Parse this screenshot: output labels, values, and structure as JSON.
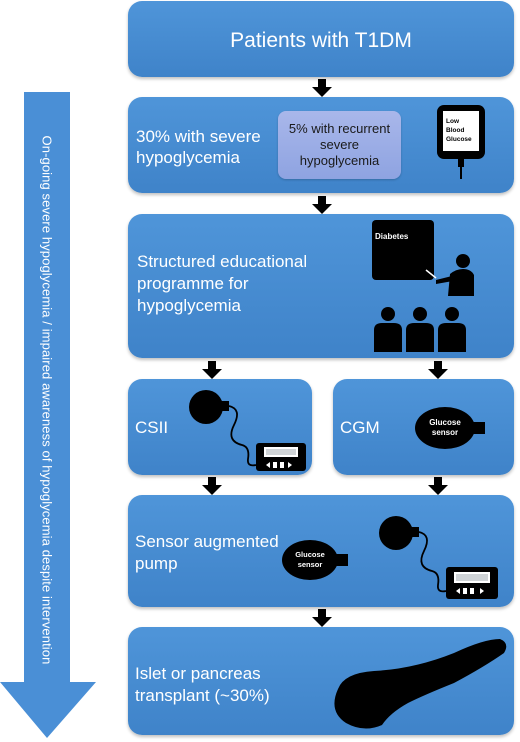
{
  "side_arrow": {
    "label": "On-going severe hypoglycemia / impaired awareness of hypoglycemia despite intervention"
  },
  "boxes": {
    "patients": {
      "label": "Patients with T1DM"
    },
    "severe": {
      "label_line1": "30% with severe",
      "label_line2": "hypoglycemia",
      "sub_line1": "5% with recurrent",
      "sub_line2": "severe",
      "sub_line3": "hypoglycemia",
      "meter_line1": "Low",
      "meter_line2": "Blood",
      "meter_line3": "Glucose"
    },
    "education": {
      "label_line1": "Structured educational",
      "label_line2": "programme for",
      "label_line3": "hypoglycemia",
      "board_text": "Diabetes"
    },
    "csii": {
      "label": "CSII"
    },
    "cgm": {
      "label": "CGM",
      "sensor_line1": "Glucose",
      "sensor_line2": "sensor"
    },
    "sap": {
      "label_line1": "Sensor augmented",
      "label_line2": "pump",
      "sensor_line1": "Glucose",
      "sensor_line2": "sensor"
    },
    "transplant": {
      "label_line1": "Islet or pancreas",
      "label_line2": "transplant (~30%)"
    }
  },
  "colors": {
    "box_blue": "#4a8fd6",
    "sub_box_lavender": "#9cadE5",
    "side_arrow_blue": "#4a8fd6",
    "icon_black": "#000000"
  },
  "icons": [
    "glucose-meter-icon",
    "teacher-icon",
    "audience-icon",
    "insulin-pump-icon",
    "glucose-sensor-icon",
    "pancreas-icon"
  ]
}
